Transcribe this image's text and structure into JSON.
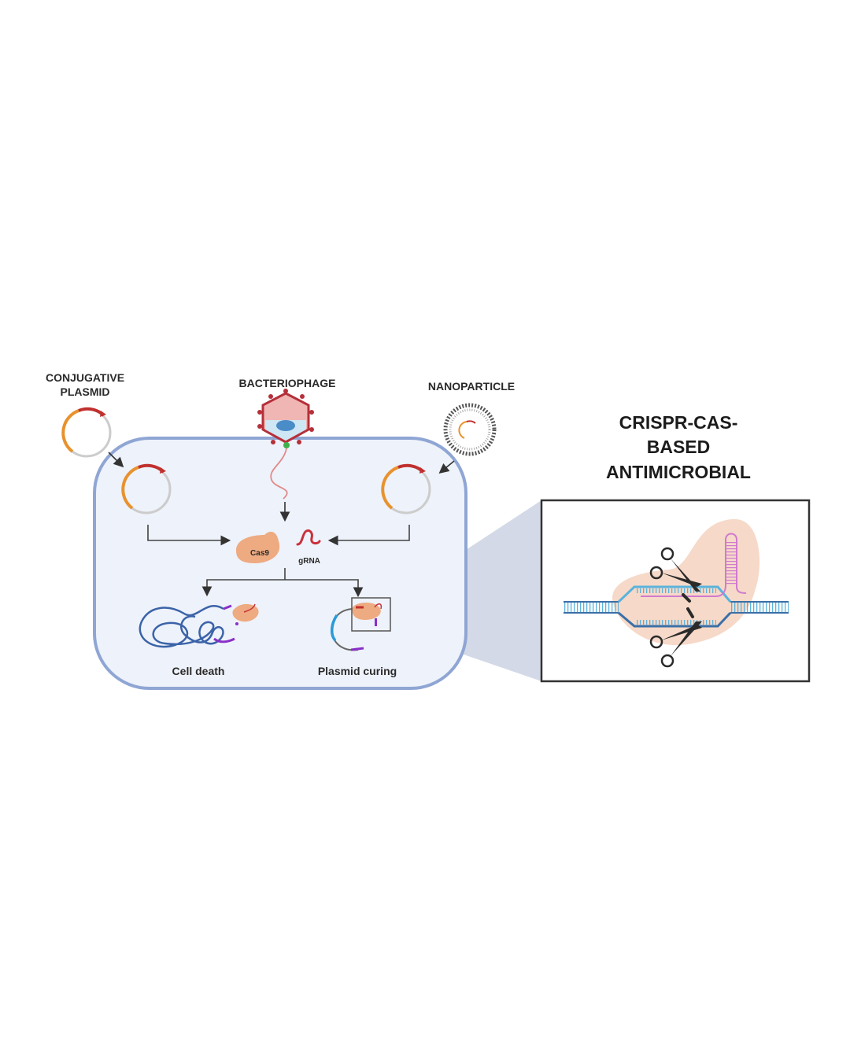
{
  "title": {
    "line1": "CRISPR-CAS-",
    "line2": "BASED",
    "line3": "ANTIMICROBIAL"
  },
  "delivery_vehicles": {
    "conjugative_plasmid": {
      "line1": "CONJUGATIVE",
      "line2": "PLASMID"
    },
    "bacteriophage": "BACTERIOPHAGE",
    "nanoparticle": "NANOPARTICLE"
  },
  "components": {
    "cas9": "Cas9",
    "grna": "gRNA"
  },
  "outcomes": {
    "cell_death": "Cell death",
    "plasmid_curing": "Plasmid curing"
  },
  "colors": {
    "cell_fill": "#eef2fa",
    "cell_border": "#8fa6d4",
    "cas9": "#eeaa80",
    "grna": "#c8323c",
    "plasmid_orange": "#e8922e",
    "plasmid_red": "#c0302e",
    "plasmid_grey": "#cccccc",
    "dna_blue": "#5ab3dc",
    "dna_dark": "#3a6fa8",
    "guide_pink": "#d07ad0",
    "cas_shadow": "#f6d9c8",
    "zoom_wedge": "#d3d9e6",
    "chromosome": "#3b63a8",
    "purple": "#8a2fc8"
  }
}
